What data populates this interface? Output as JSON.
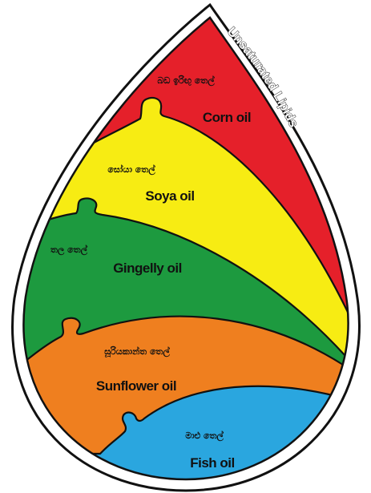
{
  "title": "Unsaturated Lipids",
  "layers": [
    {
      "id": "corn",
      "en": "Corn oil",
      "si": "බඩ ඉරිඟු තෙල්",
      "color": "#e5202a"
    },
    {
      "id": "soya",
      "en": "Soya oil",
      "si": "සෝයා තෙල්",
      "color": "#f7ec13"
    },
    {
      "id": "gingelly",
      "en": "Gingelly oil",
      "si": "තල තෙල්",
      "color": "#1d9a3f"
    },
    {
      "id": "sunflower",
      "en": "Sunflower oil",
      "si": "සූරියකාන්ත තෙල්",
      "color": "#ef7f1f"
    },
    {
      "id": "fish",
      "en": "Fish oil",
      "si": "මාළු තෙල්",
      "color": "#2aa6df"
    }
  ]
}
